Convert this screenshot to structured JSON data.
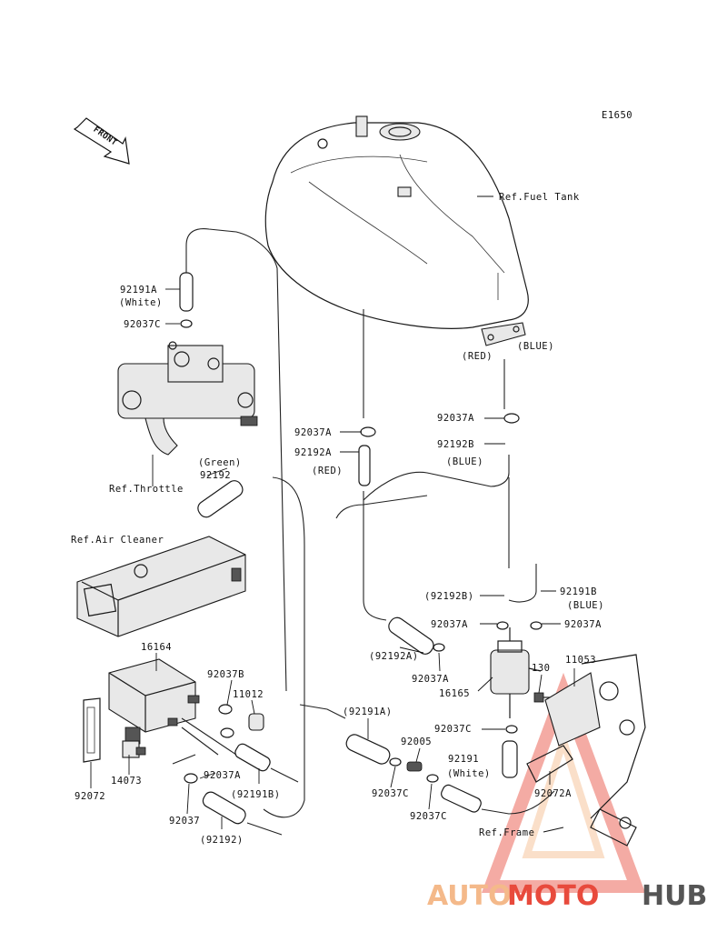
{
  "diagram_code": "E1650",
  "front_label": "FRONT",
  "refs": {
    "fuel_tank": "Ref.Fuel Tank",
    "throttle": "Ref.Throttle",
    "air_cleaner": "Ref.Air Cleaner",
    "frame": "Ref.Frame"
  },
  "parts": [
    {
      "id": "p92191A-white",
      "lines": [
        "92191A",
        "(White)"
      ]
    },
    {
      "id": "p92037C-top",
      "lines": [
        "92037C"
      ]
    },
    {
      "id": "p92192-green",
      "lines": [
        "(Green)",
        "92192"
      ]
    },
    {
      "id": "p92037A-red",
      "lines": [
        "92037A"
      ]
    },
    {
      "id": "p92192A-red",
      "lines": [
        "92192A",
        "(RED)"
      ]
    },
    {
      "id": "p-red",
      "lines": [
        "(RED)"
      ]
    },
    {
      "id": "p-blue",
      "lines": [
        "(BLUE)"
      ]
    },
    {
      "id": "p92037A-blue",
      "lines": [
        "92037A"
      ]
    },
    {
      "id": "p92192B-blue",
      "lines": [
        "92192B",
        "(BLUE)"
      ]
    },
    {
      "id": "p92192B-paren",
      "lines": [
        "(92192B)"
      ]
    },
    {
      "id": "p92191B-blue",
      "lines": [
        "92191B",
        "(BLUE)"
      ]
    },
    {
      "id": "p92037A-left",
      "lines": [
        "92037A"
      ]
    },
    {
      "id": "p92037A-right",
      "lines": [
        "92037A"
      ]
    },
    {
      "id": "p92192A-paren",
      "lines": [
        "(92192A)"
      ]
    },
    {
      "id": "p92037A-mid",
      "lines": [
        "92037A"
      ]
    },
    {
      "id": "p16165",
      "lines": [
        "16165"
      ]
    },
    {
      "id": "p130",
      "lines": [
        "130"
      ]
    },
    {
      "id": "p11053",
      "lines": [
        "11053"
      ]
    },
    {
      "id": "p16164",
      "lines": [
        "16164"
      ]
    },
    {
      "id": "p92037B",
      "lines": [
        "92037B"
      ]
    },
    {
      "id": "p11012",
      "lines": [
        "11012"
      ]
    },
    {
      "id": "p92072",
      "lines": [
        "92072"
      ]
    },
    {
      "id": "p14073",
      "lines": [
        "14073"
      ]
    },
    {
      "id": "p92037A-low",
      "lines": [
        "92037A"
      ]
    },
    {
      "id": "p92191B-paren",
      "lines": [
        "(92191B)"
      ]
    },
    {
      "id": "p92037",
      "lines": [
        "92037"
      ]
    },
    {
      "id": "p92192-paren",
      "lines": [
        "(92192)"
      ]
    },
    {
      "id": "p92191A-paren",
      "lines": [
        "(92191A)"
      ]
    },
    {
      "id": "p92005",
      "lines": [
        "92005"
      ]
    },
    {
      "id": "p92037C-mid",
      "lines": [
        "92037C"
      ]
    },
    {
      "id": "p92037C-low1",
      "lines": [
        "92037C"
      ]
    },
    {
      "id": "p92191-white",
      "lines": [
        "92191",
        "(White)"
      ]
    },
    {
      "id": "p92037C-low2",
      "lines": [
        "92037C"
      ]
    },
    {
      "id": "p92072A",
      "lines": [
        "92072A"
      ]
    }
  ],
  "watermark": {
    "part1": "AUTO",
    "part2": "MOTO",
    "part3": "HUB"
  },
  "colors": {
    "watermark_orange": "#f4b98a",
    "watermark_red": "#e84a3c",
    "watermark_gray": "#555555"
  }
}
